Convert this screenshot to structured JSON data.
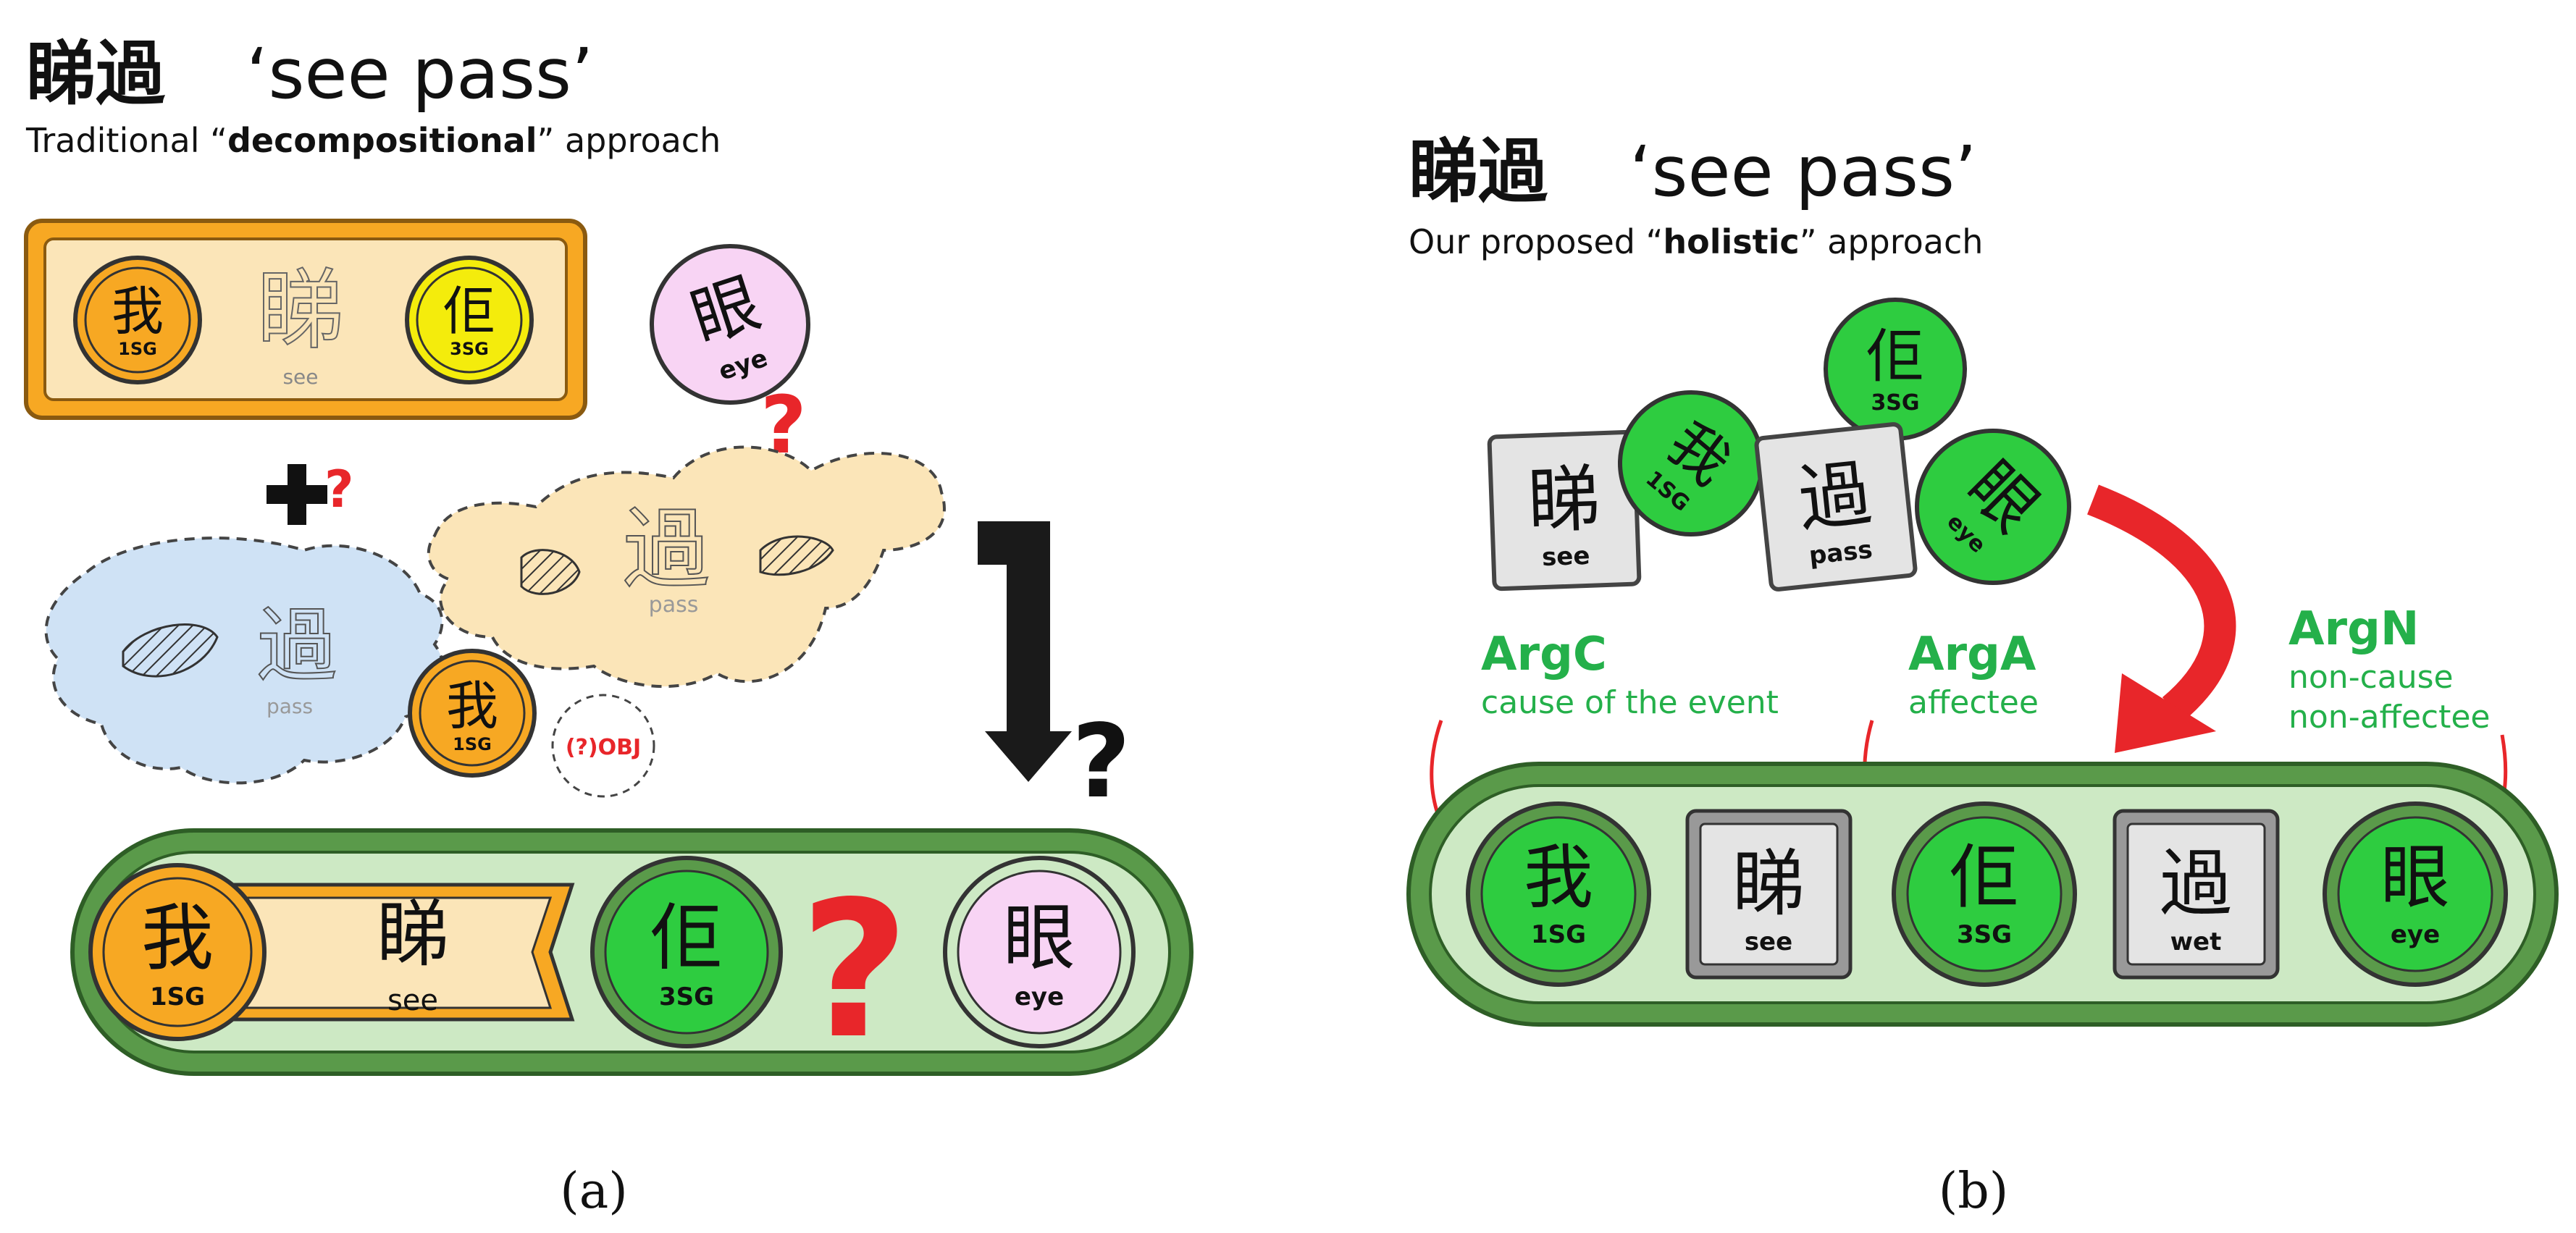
{
  "panel_a": {
    "title_han": "睇過",
    "title_gloss": "‘see pass’",
    "subtitle_pre": "Traditional “",
    "subtitle_bold": "decompositional",
    "subtitle_post": "” approach",
    "box_tokens": [
      {
        "han": "我",
        "gloss": "1SG"
      },
      {
        "han": "睇",
        "gloss": "see"
      },
      {
        "han": "佢",
        "gloss": "3SG"
      }
    ],
    "floating_eye": {
      "han": "眼",
      "gloss": "eye"
    },
    "plus_question": "?",
    "blob_pass": {
      "han": "過",
      "gloss": "pass"
    },
    "blob_pass2": {
      "han": "過",
      "gloss": "pass"
    },
    "floating_i": {
      "han": "我",
      "gloss": "1SG"
    },
    "obj_circle": "(?)OBJ",
    "arrow_question": "?",
    "red_question": "?",
    "bar_tokens": [
      {
        "han": "我",
        "gloss": "1SG"
      },
      {
        "han": "睇",
        "gloss": "see"
      },
      {
        "han": "佢",
        "gloss": "3SG"
      },
      {
        "han": "眼",
        "gloss": "eye"
      }
    ],
    "label": "(a)"
  },
  "panel_b": {
    "title_han": "睇過",
    "title_gloss": "‘see pass’",
    "subtitle_pre": "Our proposed “",
    "subtitle_bold": "holistic",
    "subtitle_post": "” approach",
    "cluster": [
      {
        "han": "睇",
        "gloss": "see"
      },
      {
        "han": "我",
        "gloss": "1SG"
      },
      {
        "han": "佢",
        "gloss": "3SG"
      },
      {
        "han": "過",
        "gloss": "pass"
      },
      {
        "han": "眼",
        "gloss": "eye"
      }
    ],
    "args": [
      {
        "name": "ArgC",
        "desc": [
          "cause of the event"
        ]
      },
      {
        "name": "ArgA",
        "desc": [
          "affectee"
        ]
      },
      {
        "name": "ArgN",
        "desc": [
          "non-cause",
          "non-affectee"
        ]
      }
    ],
    "bar_tokens": [
      {
        "han": "我",
        "gloss": "1SG"
      },
      {
        "han": "睇",
        "gloss": "see"
      },
      {
        "han": "佢",
        "gloss": "3SG"
      },
      {
        "han": "過",
        "gloss": "wet"
      },
      {
        "han": "眼",
        "gloss": "eye"
      }
    ],
    "label": "(b)"
  },
  "colors": {
    "orange": "#f7a823",
    "yellow": "#f4ec0c",
    "green": "#2ecc40",
    "pink": "#f8d4f4",
    "bar_fill": "#cde9c4",
    "bar_stroke": "#5a9a4a",
    "red": "#e8262a",
    "arg_green": "#24b04a",
    "beige": "#fbe5b8",
    "blue_blob": "#cfe2f5"
  }
}
